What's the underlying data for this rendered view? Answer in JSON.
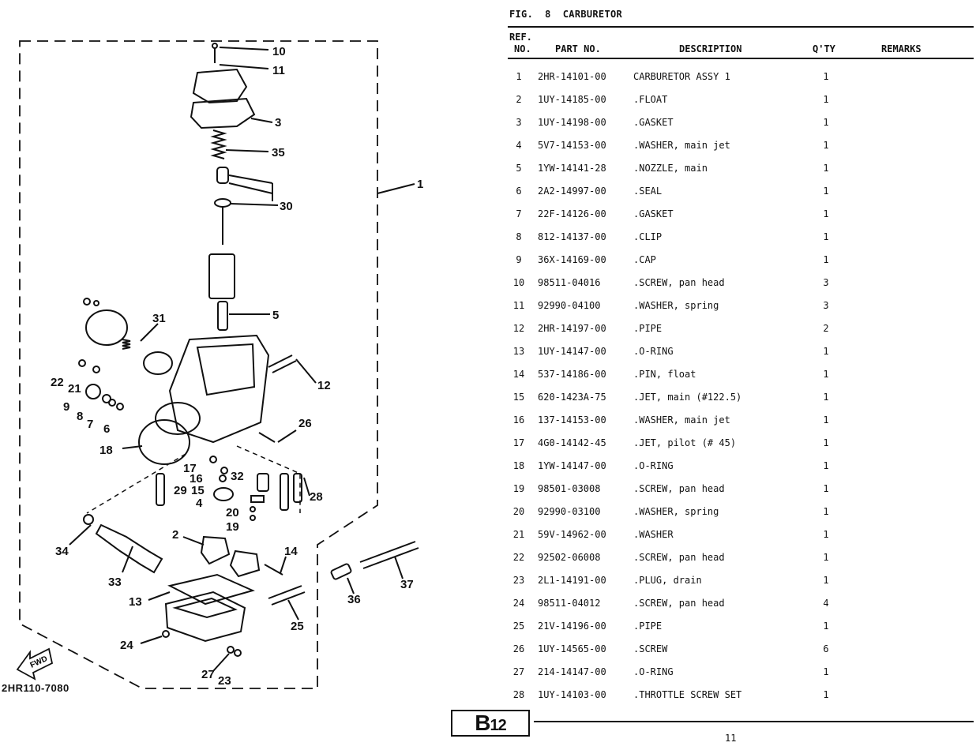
{
  "figure": {
    "label": "FIG.",
    "number": "8",
    "name": "CARBURETOR"
  },
  "diagram": {
    "code": "2HR110-7080",
    "fwd_label": "FWD",
    "callouts": [
      "10",
      "11",
      "3",
      "35",
      "1",
      "30",
      "5",
      "31",
      "12",
      "22",
      "21",
      "9",
      "8",
      "7",
      "6",
      "26",
      "18",
      "17",
      "16",
      "32",
      "28",
      "29",
      "15",
      "4",
      "20",
      "19",
      "2",
      "14",
      "34",
      "33",
      "13",
      "36",
      "37",
      "25",
      "24",
      "27",
      "23"
    ]
  },
  "table": {
    "headers": {
      "ref_line1": "REF.",
      "ref_line2": "NO.",
      "part": "PART NO.",
      "desc": "DESCRIPTION",
      "qty": "Q'TY",
      "remarks": "REMARKS"
    },
    "rows": [
      {
        "ref": "1",
        "part": "2HR-14101-00",
        "desc": "CARBURETOR ASSY 1",
        "qty": "1"
      },
      {
        "ref": "2",
        "part": "1UY-14185-00",
        "desc": ".FLOAT",
        "qty": "1"
      },
      {
        "ref": "3",
        "part": "1UY-14198-00",
        "desc": ".GASKET",
        "qty": "1"
      },
      {
        "ref": "4",
        "part": "5V7-14153-00",
        "desc": ".WASHER, main jet",
        "qty": "1"
      },
      {
        "ref": "5",
        "part": "1YW-14141-28",
        "desc": ".NOZZLE, main",
        "qty": "1"
      },
      {
        "ref": "6",
        "part": "2A2-14997-00",
        "desc": ".SEAL",
        "qty": "1"
      },
      {
        "ref": "7",
        "part": "22F-14126-00",
        "desc": ".GASKET",
        "qty": "1"
      },
      {
        "ref": "8",
        "part": "812-14137-00",
        "desc": ".CLIP",
        "qty": "1"
      },
      {
        "ref": "9",
        "part": "36X-14169-00",
        "desc": ".CAP",
        "qty": "1"
      },
      {
        "ref": "10",
        "part": "98511-04016",
        "desc": ".SCREW, pan head",
        "qty": "3"
      },
      {
        "ref": "11",
        "part": "92990-04100",
        "desc": ".WASHER, spring",
        "qty": "3"
      },
      {
        "ref": "12",
        "part": "2HR-14197-00",
        "desc": ".PIPE",
        "qty": "2"
      },
      {
        "ref": "13",
        "part": "1UY-14147-00",
        "desc": ".O-RING",
        "qty": "1"
      },
      {
        "ref": "14",
        "part": "537-14186-00",
        "desc": ".PIN, float",
        "qty": "1"
      },
      {
        "ref": "15",
        "part": "620-1423A-75",
        "desc": ".JET, main (#122.5)",
        "qty": "1"
      },
      {
        "ref": "16",
        "part": "137-14153-00",
        "desc": ".WASHER, main jet",
        "qty": "1"
      },
      {
        "ref": "17",
        "part": "4G0-14142-45",
        "desc": ".JET, pilot (# 45)",
        "qty": "1"
      },
      {
        "ref": "18",
        "part": "1YW-14147-00",
        "desc": ".O-RING",
        "qty": "1"
      },
      {
        "ref": "19",
        "part": "98501-03008",
        "desc": ".SCREW, pan head",
        "qty": "1"
      },
      {
        "ref": "20",
        "part": "92990-03100",
        "desc": ".WASHER, spring",
        "qty": "1"
      },
      {
        "ref": "21",
        "part": "59V-14962-00",
        "desc": ".WASHER",
        "qty": "1"
      },
      {
        "ref": "22",
        "part": "92502-06008",
        "desc": ".SCREW, pan head",
        "qty": "1"
      },
      {
        "ref": "23",
        "part": "2L1-14191-00",
        "desc": ".PLUG, drain",
        "qty": "1"
      },
      {
        "ref": "24",
        "part": "98511-04012",
        "desc": ".SCREW, pan head",
        "qty": "4"
      },
      {
        "ref": "25",
        "part": "21V-14196-00",
        "desc": ".PIPE",
        "qty": "1"
      },
      {
        "ref": "26",
        "part": "1UY-14565-00",
        "desc": ".SCREW",
        "qty": "6"
      },
      {
        "ref": "27",
        "part": "214-14147-00",
        "desc": ".O-RING",
        "qty": "1"
      },
      {
        "ref": "28",
        "part": "1UY-14103-00",
        "desc": ".THROTTLE SCREW SET",
        "qty": "1"
      }
    ]
  },
  "footer": {
    "section_main": "B",
    "section_num": "12",
    "page_number": "11"
  }
}
